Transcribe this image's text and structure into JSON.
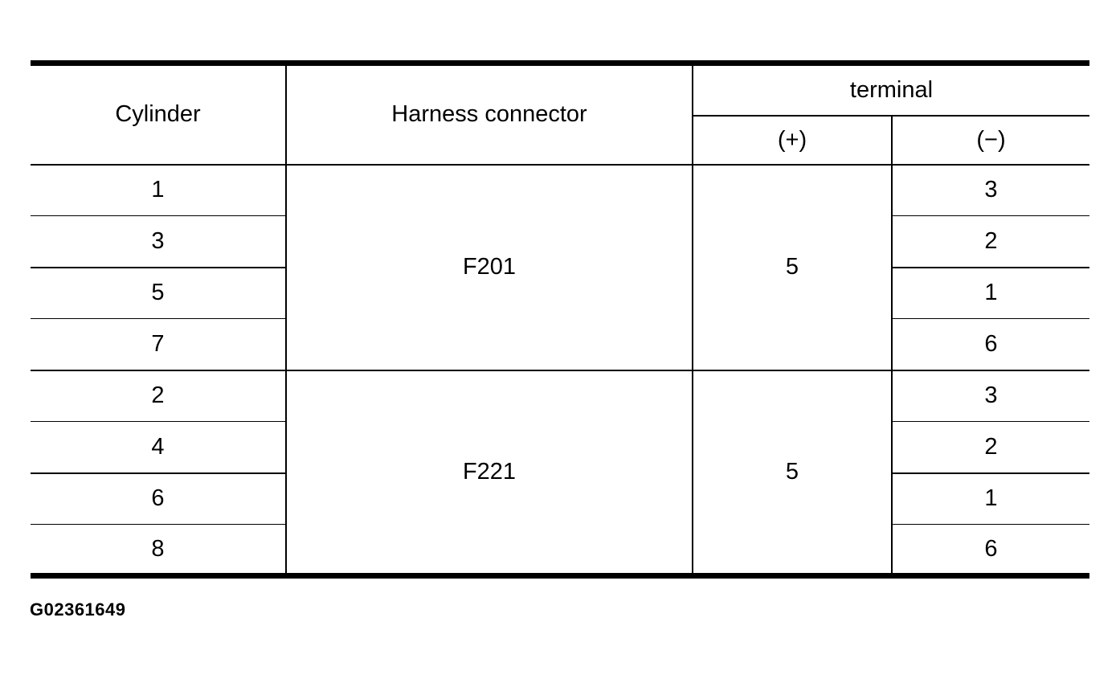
{
  "table": {
    "headers": {
      "cylinder": "Cylinder",
      "harness_connector": "Harness connector",
      "terminal": "terminal",
      "plus": "(+)",
      "minus": "(−)"
    },
    "groups": [
      {
        "harness_connector": "F201",
        "terminal_plus": "5",
        "rows": [
          {
            "cylinder": "1",
            "terminal_minus": "3"
          },
          {
            "cylinder": "3",
            "terminal_minus": "2"
          },
          {
            "cylinder": "5",
            "terminal_minus": "1"
          },
          {
            "cylinder": "7",
            "terminal_minus": "6"
          }
        ]
      },
      {
        "harness_connector": "F221",
        "terminal_plus": "5",
        "rows": [
          {
            "cylinder": "2",
            "terminal_minus": "3"
          },
          {
            "cylinder": "4",
            "terminal_minus": "2"
          },
          {
            "cylinder": "6",
            "terminal_minus": "1"
          },
          {
            "cylinder": "8",
            "terminal_minus": "6"
          }
        ]
      }
    ]
  },
  "caption": "G02361649"
}
